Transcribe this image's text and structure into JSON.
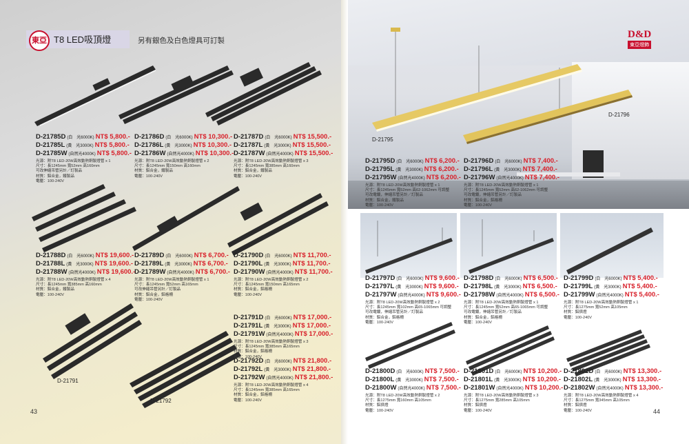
{
  "header": {
    "logo_text": "東亞",
    "title": "T8 LED吸頂燈",
    "subtitle": "另有銀色及白色燈具可訂製"
  },
  "brand": {
    "name": "D&D",
    "sub": "東亞燈飾"
  },
  "page_numbers": {
    "left": "43",
    "right": "44"
  },
  "labels": {
    "d21791": "D-21791",
    "d21792": "D-21792",
    "d21795": "D-21795",
    "d21796": "D-21796"
  },
  "products": [
    {
      "models": [
        [
          "D-21785D",
          "(白　光6000K)",
          "NT$ 5,800.-"
        ],
        [
          "D-21785L",
          "(黃　光3000K)",
          "NT$ 5,800.-"
        ],
        [
          "D-21785W",
          "(自然光4000K)",
          "NT$ 5,800.-"
        ]
      ],
      "spec": [
        "光源：附T8 LED-20W高效動熱銅製燈管 x 1",
        "尺寸：長1245mm 寬52mm 高160mm",
        "可改伸縮吊管另計／訂製品",
        "材質：鋁合金，鐵製品",
        "電壓：100-240V"
      ]
    },
    {
      "models": [
        [
          "D-21786D",
          "(白　光6000K)",
          "NT$ 10,300.-"
        ],
        [
          "D-21786L",
          "(黃　光3000K)",
          "NT$ 10,300.-"
        ],
        [
          "D-21786W",
          "(自然光4000K)",
          "NT$ 10,300.-"
        ]
      ],
      "spec": [
        "光源：附T8 LED-20W高效動熱銅製燈管 x 2",
        "尺寸：長1245mm 寬150mm 高160mm",
        "材質：鋁合金，鐵製品",
        "電壓：100-240V"
      ]
    },
    {
      "models": [
        [
          "D-21787D",
          "(白　光6000K)",
          "NT$ 15,500.-"
        ],
        [
          "D-21787L",
          "(黃　光3000K)",
          "NT$ 15,500.-"
        ],
        [
          "D-21787W",
          "(自然光4000K)",
          "NT$ 15,500.-"
        ]
      ],
      "spec": [
        "光源：附T8 LED-20W高效動熱銅製燈管 x 3",
        "尺寸：長1245mm 寬385mm 高160mm",
        "材質：鋁合金，鐵製品",
        "電壓：100-240V"
      ]
    },
    {
      "models": [
        [
          "D-21788D",
          "(白　光6000K)",
          "NT$ 19,600.-"
        ],
        [
          "D-21788L",
          "(黃　光3000K)",
          "NT$ 19,600.-"
        ],
        [
          "D-21788W",
          "(自然光4000K)",
          "NT$ 19,600.-"
        ]
      ],
      "spec": [
        "光源：附T8 LED-20W高效動熱銅製燈管 x 4",
        "尺寸：長1245mm 寬385mm 高160mm",
        "材質：鋁合金，鐵製品",
        "電壓：100-240V"
      ]
    },
    {
      "models": [
        [
          "D-21789D",
          "(白　光6000K)",
          "NT$ 6,700.-"
        ],
        [
          "D-21789L",
          "(黃　光3000K)",
          "NT$ 6,700.-"
        ],
        [
          "D-21789W",
          "(自然光4000K)",
          "NT$ 6,700.-"
        ]
      ],
      "spec": [
        "光源：附T8 LED-20W高效動熱銅製燈管 x 1",
        "尺寸：長1245mm 寬52mm 高165mm",
        "可改伸縮吊管另計／訂製品",
        "材質：鋁合金，鋁格柵",
        "電壓：100-240V"
      ]
    },
    {
      "models": [
        [
          "D-21790D",
          "(白　光6000K)",
          "NT$ 11,700.-"
        ],
        [
          "D-21790L",
          "(黃　光3000K)",
          "NT$ 11,700.-"
        ],
        [
          "D-21790W",
          "(自然光4000K)",
          "NT$ 11,700.-"
        ]
      ],
      "spec": [
        "光源：附T8 LED-20W高效動熱銅製燈管 x 2",
        "尺寸：長1245mm 寬150mm 高165mm",
        "材質：鋁合金，鋁格柵",
        "電壓：100-240V"
      ]
    },
    {
      "models": [
        [
          "D-21791D",
          "(白　光6000K)",
          "NT$ 17,000.-"
        ],
        [
          "D-21791L",
          "(黃　光3000K)",
          "NT$ 17,000.-"
        ],
        [
          "D-21791W",
          "(自然光4000K)",
          "NT$ 17,000.-"
        ]
      ],
      "spec": [
        "光源：附T8 LED-20W高效動熱銅製燈管 x 3",
        "尺寸：長1245mm 寬385mm 高165mm",
        "材質：鋁合金，鋁格柵",
        "電壓：100-240V"
      ]
    },
    {
      "models": [
        [
          "D-21792D",
          "(白　光6000K)",
          "NT$ 21,800.-"
        ],
        [
          "D-21792L",
          "(黃　光3000K)",
          "NT$ 21,800.-"
        ],
        [
          "D-21792W",
          "(自然光4000K)",
          "NT$ 21,800.-"
        ]
      ],
      "spec": [
        "光源：附T8 LED-20W高效動熱銅製燈管 x 4",
        "尺寸：長1245mm 寬385mm 高165mm",
        "材質：鋁合金，鋁格柵",
        "電壓：100-240V"
      ]
    },
    {
      "models": [
        [
          "D-21795D",
          "(白　光6000K)",
          "NT$ 6,200.-"
        ],
        [
          "D-21795L",
          "(黃　光3000K)",
          "NT$ 6,200.-"
        ],
        [
          "D-21795W",
          "(自然光4000K)",
          "NT$ 6,200.-"
        ]
      ],
      "spec": [
        "光源：附T8 LED-20W高效動熱銅製燈管 x 1",
        "尺寸：長1245mm 寬52mm 高62-1062mm 可調整",
        "可改電鍍，伸縮吊管另計／訂製品",
        "材質：鋁合金，鐵製品",
        "電壓：100-240V"
      ]
    },
    {
      "models": [
        [
          "D-21796D",
          "(白　光6000K)",
          "NT$ 7,400.-"
        ],
        [
          "D-21796L",
          "(黃　光3000K)",
          "NT$ 7,400.-"
        ],
        [
          "D-21796W",
          "(自然光4000K)",
          "NT$ 7,400.-"
        ]
      ],
      "spec": [
        "光源：附T8 LED-20W高效動熱銅製燈管 x 1",
        "尺寸：長1245mm 寬52mm 高62-1062mm 可調整",
        "可改電鍍，伸縮吊管另計／訂製品",
        "材質：鋁合金，鋁格柵",
        "電壓：100-240V"
      ]
    },
    {
      "models": [
        [
          "D-21797D",
          "(白　光6000K)",
          "NT$ 9,600.-"
        ],
        [
          "D-21797L",
          "(黃　光3000K)",
          "NT$ 9,600.-"
        ],
        [
          "D-21797W",
          "(自然光4000K)",
          "NT$ 9,600.-"
        ]
      ],
      "spec": [
        "光源：附T8 LED-20W高效動熱銅製燈管 x 2",
        "尺寸：長1245mm 寬102mm 高65-1065mm 可調整",
        "可改電鍍，伸縮吊管另計／訂製品",
        "材質：鋁合金，鋁格柵",
        "電壓：100-240V"
      ]
    },
    {
      "models": [
        [
          "D-21798D",
          "(白　光6000K)",
          "NT$ 6,500.-"
        ],
        [
          "D-21798L",
          "(黃　光3000K)",
          "NT$ 6,500.-"
        ],
        [
          "D-21798W",
          "(自然光4000K)",
          "NT$ 6,500.-"
        ]
      ],
      "spec": [
        "光源：附T8 LED-20W高效動熱銅製燈管 x 1",
        "尺寸：長1245mm 寬52mm 高65-1065mm 可調整",
        "可改電鍍，伸縮吊管另計／訂製品",
        "材質：鋁合金，鋁格柵",
        "電壓：100-240V"
      ]
    },
    {
      "models": [
        [
          "D-21799D",
          "(白　光6000K)",
          "NT$ 5,400.-"
        ],
        [
          "D-21799L",
          "(黃　光3000K)",
          "NT$ 5,400.-"
        ],
        [
          "D-21799W",
          "(自然光4000K)",
          "NT$ 5,400.-"
        ]
      ],
      "spec": [
        "光源：附T8 LED-20W高效動熱銅製燈管 x 1",
        "尺寸：長1275mm 寬52mm 高105mm",
        "材質：鋁擠燈",
        "電壓：100-240V"
      ]
    },
    {
      "models": [
        [
          "D-21800D",
          "(白　光6000K)",
          "NT$ 7,500.-"
        ],
        [
          "D-21800L",
          "(黃　光3000K)",
          "NT$ 7,500.-"
        ],
        [
          "D-21800W",
          "(自然光4000K)",
          "NT$ 7,500.-"
        ]
      ],
      "spec": [
        "光源：附T8 LED-20W高效動熱銅製燈管 x 2",
        "尺寸：長1275mm 寬160mm 高105mm",
        "材質：鋁擠燈",
        "電壓：100-240V"
      ]
    },
    {
      "models": [
        [
          "D-21801D",
          "(白　光6000K)",
          "NT$ 10,200.-"
        ],
        [
          "D-21801L",
          "(黃　光3000K)",
          "NT$ 10,200.-"
        ],
        [
          "D-21801W",
          "(自然光4000K)",
          "NT$ 10,200.-"
        ]
      ],
      "spec": [
        "光源：附T8 LED-20W高效動熱銅製燈管 x 3",
        "尺寸：長1275mm 寬285mm 高105mm",
        "材質：鋁擠燈",
        "電壓：100-240V"
      ]
    },
    {
      "models": [
        [
          "D-21802D",
          "(白　光6000K)",
          "NT$ 13,300.-"
        ],
        [
          "D-21802L",
          "(黃　光3000K)",
          "NT$ 13,300.-"
        ],
        [
          "D-21802W",
          "(自然光4000K)",
          "NT$ 13,300.-"
        ]
      ],
      "spec": [
        "光源：附T8 LED-20W高效動熱銅製燈管 x 4",
        "尺寸：長1275mm 寬345mm 高105mm",
        "材質：鋁擠燈",
        "電壓：100-240V"
      ]
    }
  ]
}
